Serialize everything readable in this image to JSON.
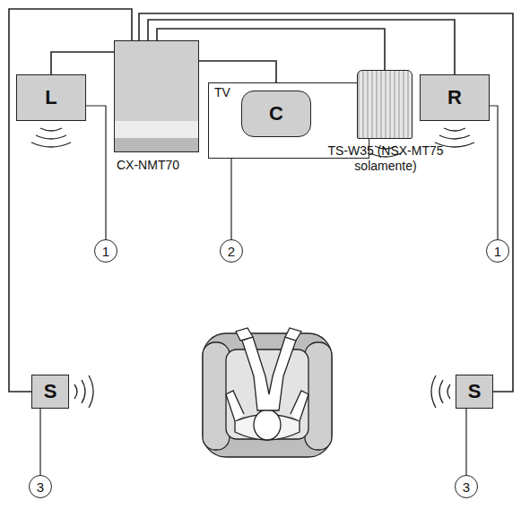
{
  "diagram": {
    "nodes": [
      {
        "text": [
          "L"
        ]
      },
      {
        "text": [
          "CX-NMT70"
        ]
      },
      {
        "text": [
          "TV"
        ]
      },
      {
        "text": [
          "C"
        ],
        "in": 2
      },
      {
        "text": [
          "TS-W35 (NSX-MT75 solamente)"
        ]
      },
      {
        "text": [
          "R"
        ]
      },
      {
        "text": [
          "1"
        ]
      },
      {
        "text": [
          "2"
        ]
      },
      {
        "text": [
          "1"
        ]
      },
      {
        "text": [
          "S"
        ]
      },
      {
        "text": [
          "S"
        ]
      },
      {
        "text": [
          "3"
        ]
      },
      {
        "text": [
          "3"
        ]
      }
    ],
    "edges": [
      {
        "from": 1,
        "to": 0,
        "arrow": "none"
      },
      {
        "from": 1,
        "to": 3,
        "arrow": "none"
      },
      {
        "from": 1,
        "to": 4,
        "arrow": "none"
      },
      {
        "from": 1,
        "to": 5,
        "arrow": "none"
      },
      {
        "from": 1,
        "to": 9,
        "arrow": "none"
      },
      {
        "from": 1,
        "to": 10,
        "arrow": "none"
      },
      {
        "from": 0,
        "to": 6,
        "arrow": "none"
      },
      {
        "from": 3,
        "to": 7,
        "arrow": "none"
      },
      {
        "from": 5,
        "to": 8,
        "arrow": "none"
      },
      {
        "from": 9,
        "to": 11,
        "arrow": "none"
      },
      {
        "from": 10,
        "to": 12,
        "arrow": "none"
      }
    ]
  }
}
